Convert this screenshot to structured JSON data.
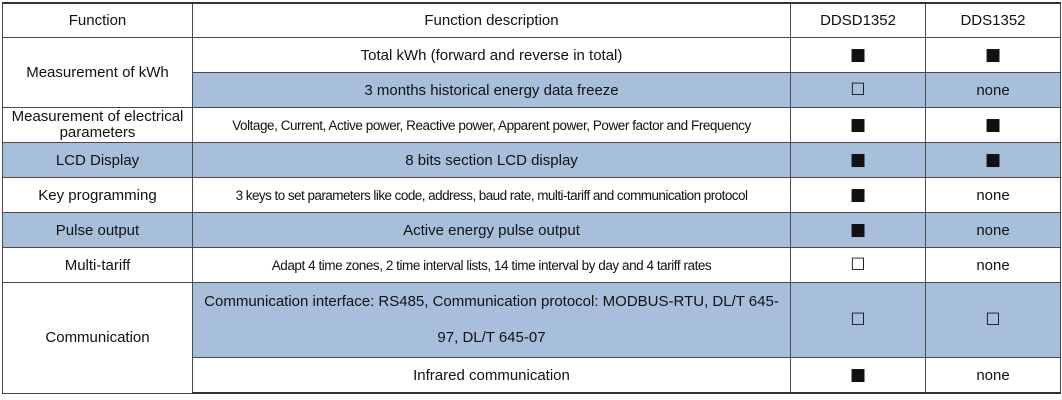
{
  "table": {
    "headers": {
      "function": "Function",
      "description": "Function description",
      "model1": "DDSD1352",
      "model2": "DDS1352"
    },
    "rows": [
      {
        "function": "Measurement of kWh",
        "items": [
          {
            "description": "Total kWh (forward and reverse in total)",
            "model1": "■",
            "model2": "■"
          },
          {
            "description": "3 months historical energy data freeze",
            "model1": "☐",
            "model2": "none"
          }
        ]
      },
      {
        "function": "Measurement of electrical parameters",
        "items": [
          {
            "description": "Voltage, Current, Active power, Reactive power, Apparent power, Power factor and Frequency",
            "model1": "■",
            "model2": "■"
          }
        ]
      },
      {
        "function": "LCD Display",
        "items": [
          {
            "description": "8 bits section LCD display",
            "model1": "■",
            "model2": "■"
          }
        ]
      },
      {
        "function": "Key programming",
        "items": [
          {
            "description": "3 keys to set parameters like code, address, baud rate, multi-tariff and communication protocol",
            "model1": "■",
            "model2": "none"
          }
        ]
      },
      {
        "function": "Pulse output",
        "items": [
          {
            "description": "Active energy pulse output",
            "model1": "■",
            "model2": "none"
          }
        ]
      },
      {
        "function": "Multi-tariff",
        "items": [
          {
            "description": "Adapt 4 time zones, 2 time interval lists, 14 time interval by day and 4 tariff rates",
            "model1": "☐",
            "model2": "none"
          }
        ]
      },
      {
        "function": "Communication",
        "items": [
          {
            "description": "Communication interface: RS485, Communication protocol: MODBUS-RTU, DL/T 645-97, DL/T 645-07",
            "model1": "☐",
            "model2": "☐"
          },
          {
            "description": "Infrared communication",
            "model1": "■",
            "model2": "none"
          }
        ]
      }
    ]
  }
}
